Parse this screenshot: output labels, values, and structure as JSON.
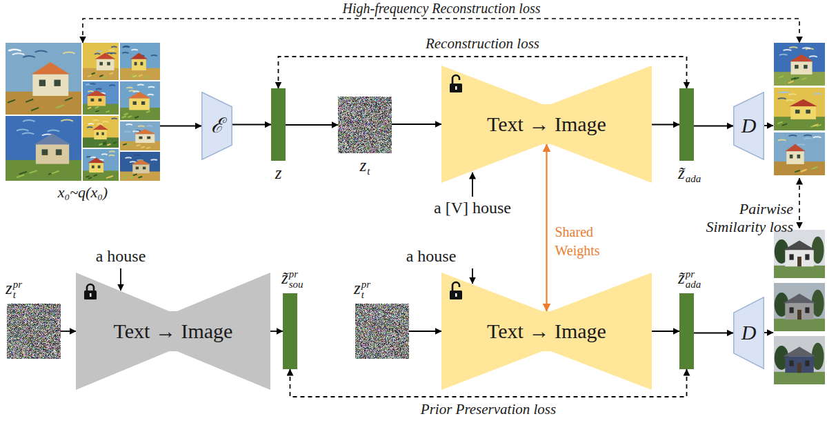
{
  "diagram": {
    "nodes": [
      {
        "text": [
          "x₀~q(x₀)"
        ]
      },
      {
        "text": [
          "ℰ"
        ]
      },
      {
        "text": [
          "z"
        ]
      },
      {
        "text": [
          "zt"
        ]
      },
      {
        "text": [
          "Text → Image"
        ]
      },
      {
        "text": [
          "z̃ada"
        ]
      },
      {
        "text": [
          "D"
        ]
      },
      {
        "text": [
          "ztpr"
        ]
      },
      {
        "text": [
          "Text → Image"
        ]
      },
      {
        "text": [
          "z̃soupr"
        ]
      },
      {
        "text": [
          "ztpr"
        ]
      },
      {
        "text": [
          "Text → Image"
        ]
      },
      {
        "text": [
          "z̃adapr"
        ]
      },
      {
        "text": [
          "D"
        ]
      }
    ],
    "edges": [
      {
        "from": 0,
        "to": 1,
        "arrow": "to"
      },
      {
        "from": 1,
        "to": 2,
        "arrow": "to"
      },
      {
        "from": 2,
        "to": 3,
        "arrow": "to"
      },
      {
        "from": 3,
        "to": 4,
        "arrow": "to"
      },
      {
        "from": 4,
        "to": 5,
        "arrow": "to"
      },
      {
        "from": 5,
        "to": 6,
        "arrow": "to"
      },
      {
        "from": 2,
        "to": 5,
        "label": "Reconstruction loss",
        "arrow": "both"
      },
      {
        "from": 4,
        "to": 11,
        "label": "Shared Weights",
        "arrow": "both"
      },
      {
        "from": 7,
        "to": 8,
        "arrow": "to"
      },
      {
        "from": 8,
        "to": 9,
        "arrow": "to"
      },
      {
        "from": 10,
        "to": 11,
        "arrow": "to"
      },
      {
        "from": 11,
        "to": 12,
        "arrow": "to"
      },
      {
        "from": 12,
        "to": 13,
        "arrow": "to"
      },
      {
        "from": 9,
        "to": 12,
        "label": "Prior Preservation loss",
        "arrow": "both"
      }
    ],
    "labels": [
      "High-frequency Reconstruction loss",
      "a [V] house",
      "Pairwise Similarity loss",
      "a house",
      "a house"
    ]
  }
}
